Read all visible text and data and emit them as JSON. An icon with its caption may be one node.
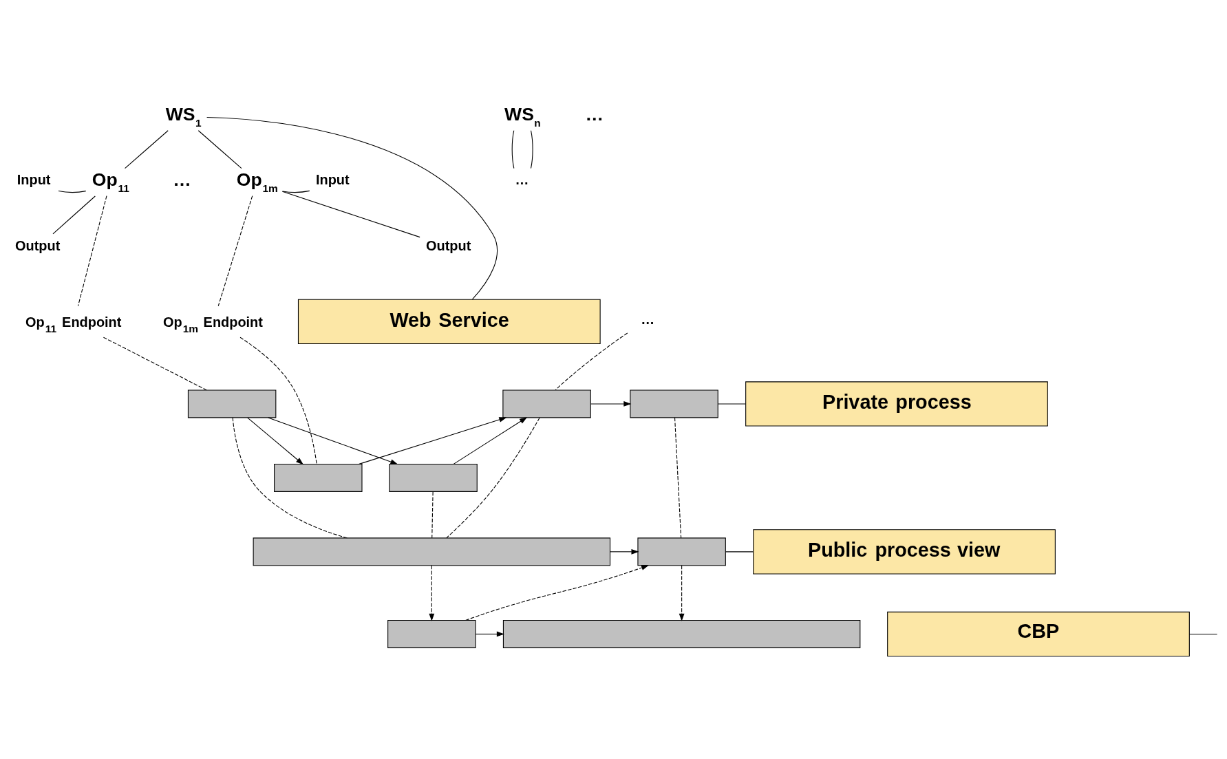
{
  "diagram": {
    "nodes": [
      {
        "text": [
          "WS$_{1}$"
        ]
      },
      {
        "text": [
          "WS$_{n}$"
        ]
      },
      {
        "text": [
          "Input"
        ]
      },
      {
        "text": [
          "Output"
        ]
      },
      {
        "text": [
          "Op$_{11}$"
        ]
      },
      {
        "text": [
          "Op$_{1m}$"
        ]
      },
      {
        "text": [
          "Input"
        ]
      },
      {
        "text": [
          "Output"
        ]
      },
      {
        "text": [
          "…"
        ]
      },
      {
        "text": [
          "Op$_{11}$ Endpoint"
        ]
      },
      {
        "text": [
          "Op$_{1m}$ Endpoint"
        ]
      },
      {
        "text": [
          "…"
        ]
      },
      {
        "text": [
          "Web Service"
        ]
      },
      {
        "text": [
          "Private process"
        ]
      },
      {
        "text": [
          "Public process view"
        ]
      },
      {
        "text": [
          "CBP"
        ]
      },
      {
        "text": [],
        "shape": "box"
      },
      {
        "text": [],
        "shape": "box"
      },
      {
        "text": [],
        "shape": "box"
      },
      {
        "text": [],
        "shape": "box"
      },
      {
        "text": [],
        "shape": "box"
      },
      {
        "text": [],
        "shape": "bar"
      },
      {
        "text": [],
        "shape": "box"
      },
      {
        "text": [],
        "shape": "box"
      },
      {
        "text": [],
        "shape": "bar"
      }
    ],
    "edges": [
      {
        "from": 0,
        "to": 4,
        "arrow": "none"
      },
      {
        "from": 0,
        "to": 5,
        "arrow": "none"
      },
      {
        "from": 2,
        "to": 4,
        "arrow": "none"
      },
      {
        "from": 3,
        "to": 4,
        "arrow": "none"
      },
      {
        "from": 5,
        "to": 6,
        "arrow": "none"
      },
      {
        "from": 5,
        "to": 7,
        "arrow": "none"
      },
      {
        "from": 1,
        "to": 8,
        "arrow": "none"
      },
      {
        "from": 1,
        "to": 8,
        "arrow": "none"
      },
      {
        "from": 4,
        "to": 9,
        "arrow": "none",
        "style": "dashed"
      },
      {
        "from": 5,
        "to": 10,
        "arrow": "none",
        "style": "dashed"
      },
      {
        "from": 12,
        "to": 0,
        "arrow": "none"
      },
      {
        "from": 9,
        "to": 16,
        "arrow": "none",
        "style": "dashed"
      },
      {
        "from": 10,
        "to": 17,
        "arrow": "none",
        "style": "dashed"
      },
      {
        "from": 11,
        "to": 19,
        "arrow": "none",
        "style": "dashed"
      },
      {
        "from": 16,
        "to": 17,
        "arrow": "to"
      },
      {
        "from": 16,
        "to": 18,
        "arrow": "to"
      },
      {
        "from": 17,
        "to": 19,
        "arrow": "to"
      },
      {
        "from": 18,
        "to": 19,
        "arrow": "to"
      },
      {
        "from": 19,
        "to": 20,
        "arrow": "to"
      },
      {
        "from": 13,
        "to": 20,
        "arrow": "none"
      },
      {
        "from": 16,
        "to": 21,
        "arrow": "none",
        "style": "dashed"
      },
      {
        "from": 18,
        "to": 21,
        "arrow": "none",
        "style": "dashed"
      },
      {
        "from": 19,
        "to": 21,
        "arrow": "none",
        "style": "dashed"
      },
      {
        "from": 20,
        "to": 22,
        "arrow": "none",
        "style": "dashed"
      },
      {
        "from": 21,
        "to": 22,
        "arrow": "to"
      },
      {
        "from": 14,
        "to": 22,
        "arrow": "none"
      },
      {
        "from": 21,
        "to": 23,
        "arrow": "to",
        "style": "dashed"
      },
      {
        "from": 22,
        "to": 24,
        "arrow": "to",
        "style": "dashed"
      },
      {
        "from": 23,
        "to": 22,
        "arrow": "to",
        "style": "dashed"
      },
      {
        "from": 23,
        "to": 24,
        "arrow": "to"
      },
      {
        "from": 15,
        "to": null,
        "arrow": "none"
      }
    ],
    "labels": [
      "…",
      "…"
    ]
  }
}
